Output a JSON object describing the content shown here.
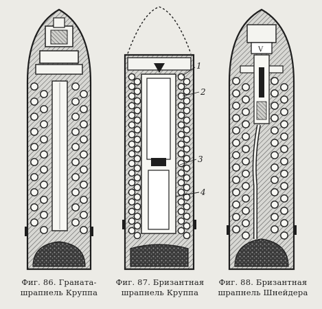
{
  "figures": [
    {
      "caption_line1": "Фиг. 86. Граната-",
      "caption_line2": "шрапнель Круппа"
    },
    {
      "caption_line1": "Фиг. 87. Бризантная",
      "caption_line2": "шрапнель Круппа"
    },
    {
      "caption_line1": "Фиг. 88. Бризантная",
      "caption_line2": "шрапнель Шнейдера"
    }
  ],
  "callouts": [
    "1",
    "2",
    "3",
    "4"
  ],
  "colors": {
    "paper": "#ecebe6",
    "ink": "#1e1e1e",
    "shell": "#cfcfcb"
  }
}
